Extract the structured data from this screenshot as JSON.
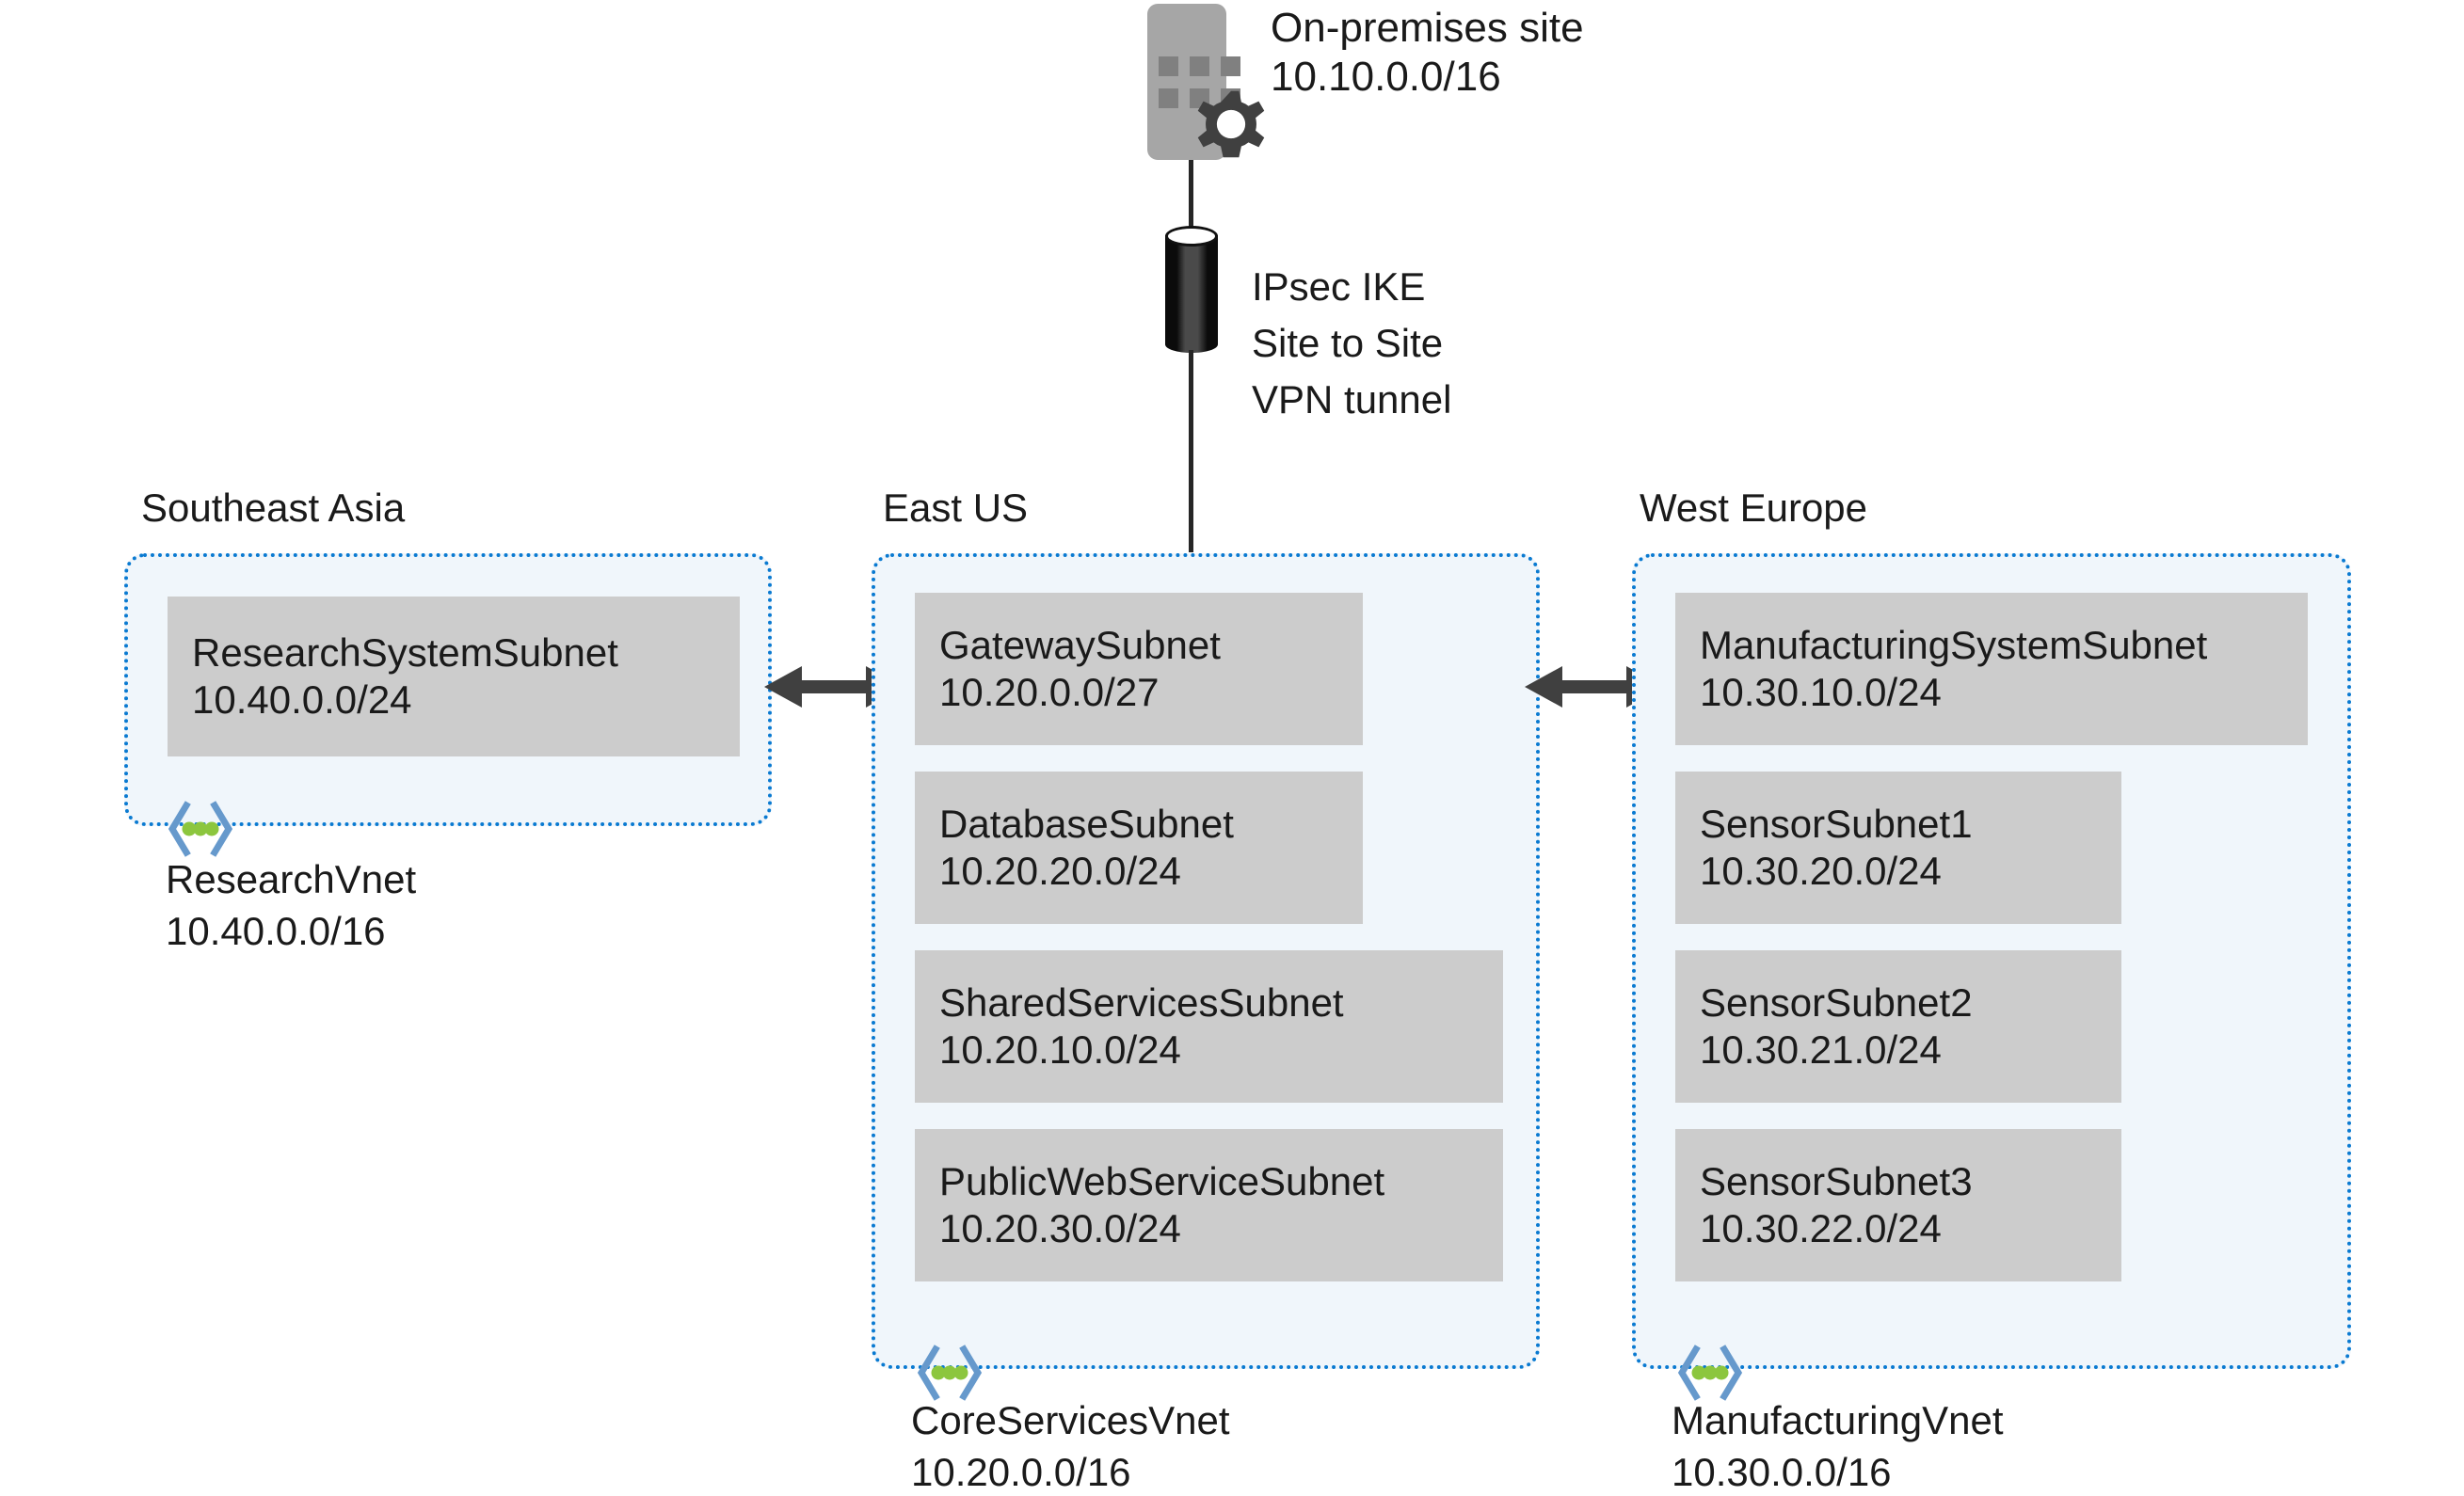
{
  "diagram": {
    "title": "Azure hub and spoke virtual network topology",
    "colors": {
      "vnet_border": "#0a7ad1",
      "vnet_fill": "#f0f6fb",
      "subnet_fill": "#cccccc",
      "arrow": "#404040",
      "badge_chevron": "#6699cc",
      "badge_dot": "#8cc63e",
      "onprem_body": "#a6a6a6",
      "onprem_window": "#808080",
      "gear": "#404040",
      "tunnel": "#111111",
      "text": "#1a1a1a"
    }
  },
  "onpremises": {
    "icon": "server-building-gear-icon",
    "name": "On-premises site",
    "cidr": "10.10.0.0/16"
  },
  "tunnel": {
    "icon": "vpn-tunnel-cylinder-icon",
    "line1": "IPsec IKE",
    "line2": "Site to Site",
    "line3": "VPN tunnel"
  },
  "peerings": [
    {
      "id": "peering-left",
      "icon": "double-arrow-icon",
      "between": [
        "ResearchVnet",
        "CoreServicesVnet"
      ]
    },
    {
      "id": "peering-right",
      "icon": "double-arrow-icon",
      "between": [
        "CoreServicesVnet",
        "ManufacturingVnet"
      ]
    }
  ],
  "regions": [
    {
      "id": "southeast-asia",
      "region_label": "Southeast Asia",
      "vnet_name": "ResearchVnet",
      "vnet_cidr": "10.40.0.0/16",
      "badge_icon": "vnet-chevron-dots-icon",
      "subnets": [
        {
          "name": "ResearchSystemSubnet",
          "cidr": "10.40.0.0/24"
        }
      ]
    },
    {
      "id": "east-us",
      "region_label": "East US",
      "vnet_name": "CoreServicesVnet",
      "vnet_cidr": "10.20.0.0/16",
      "badge_icon": "vnet-chevron-dots-icon",
      "subnets": [
        {
          "name": "GatewaySubnet",
          "cidr": "10.20.0.0/27"
        },
        {
          "name": "DatabaseSubnet",
          "cidr": "10.20.20.0/24"
        },
        {
          "name": "SharedServicesSubnet",
          "cidr": "10.20.10.0/24"
        },
        {
          "name": "PublicWebServiceSubnet",
          "cidr": "10.20.30.0/24"
        }
      ]
    },
    {
      "id": "west-europe",
      "region_label": "West Europe",
      "vnet_name": "ManufacturingVnet",
      "vnet_cidr": "10.30.0.0/16",
      "badge_icon": "vnet-chevron-dots-icon",
      "subnets": [
        {
          "name": "ManufacturingSystemSubnet",
          "cidr": "10.30.10.0/24"
        },
        {
          "name": "SensorSubnet1",
          "cidr": "10.30.20.0/24"
        },
        {
          "name": "SensorSubnet2",
          "cidr": "10.30.21.0/24"
        },
        {
          "name": "SensorSubnet3",
          "cidr": "10.30.22.0/24"
        }
      ]
    }
  ]
}
